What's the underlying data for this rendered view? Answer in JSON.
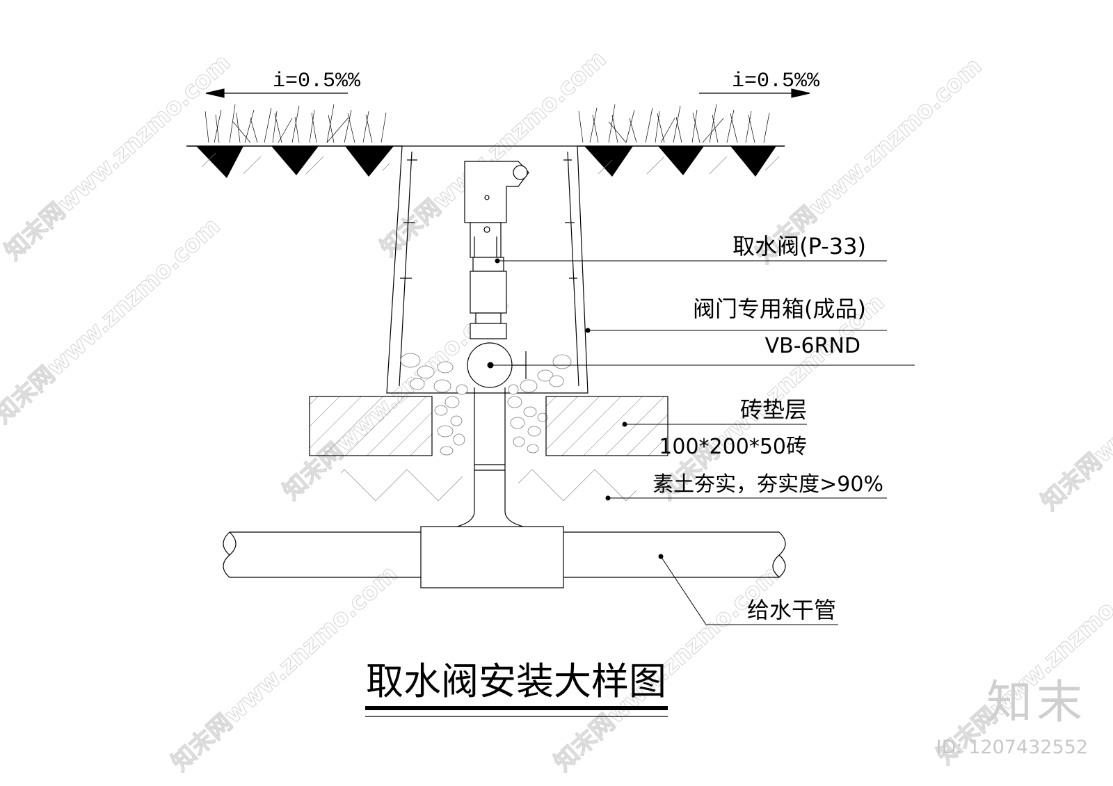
{
  "drawing": {
    "slope_left": "i=0.5%%",
    "slope_right": "i=0.5%%",
    "title": "取水阀安装大样图"
  },
  "callouts": [
    {
      "id": "valve",
      "text": "取水阀(P-33)"
    },
    {
      "id": "box",
      "text": "阀门专用箱(成品)"
    },
    {
      "id": "box_model",
      "text": "VB-6RND"
    },
    {
      "id": "brick_layer",
      "text": "砖垫层"
    },
    {
      "id": "brick_spec",
      "text": "100*200*50砖"
    },
    {
      "id": "soil",
      "text": "素土夯实，夯实度>90%"
    },
    {
      "id": "main_pipe",
      "text": "给水干管"
    }
  ],
  "watermark": {
    "text": "知末网www.znzmo.com",
    "brand": "知末",
    "id_label": "ID: 1207432552"
  },
  "colors": {
    "ink": "#000000",
    "watermark": "#d9d9d9",
    "background": "#ffffff"
  }
}
